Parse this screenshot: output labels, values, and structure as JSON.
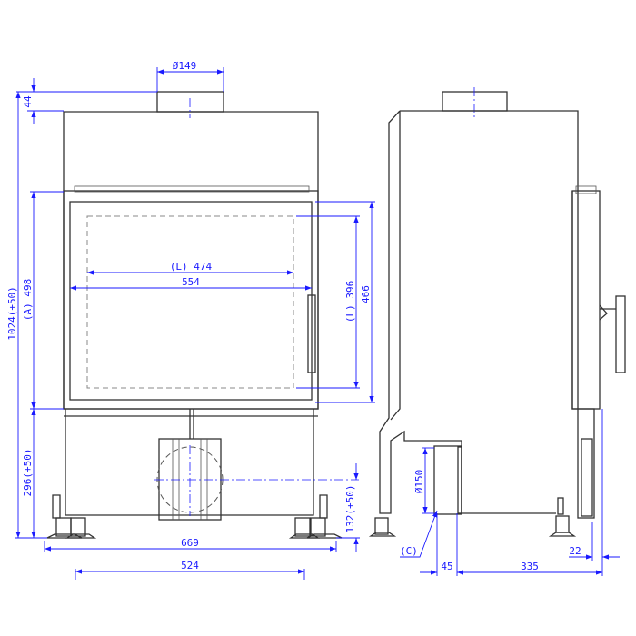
{
  "front_view": {
    "flue_diameter": "Ø149",
    "flue_height": "44",
    "total_height": "1024(+50)",
    "door_height": "(A) 498",
    "base_height": "296(+50)",
    "glass_visible_width": "(L) 474",
    "door_width": "554",
    "glass_visible_height": "(L) 396",
    "door_frame_height": "466",
    "air_inlet_height": "132(+50)",
    "total_width": "669",
    "leg_spacing": "524"
  },
  "side_view": {
    "air_inlet_diameter": "Ø150",
    "air_inlet_label": "(C)",
    "inlet_offset": "45",
    "depth": "335",
    "back_offset": "22"
  },
  "colors": {
    "dimension": "#1a1aff",
    "outline": "#333333"
  }
}
